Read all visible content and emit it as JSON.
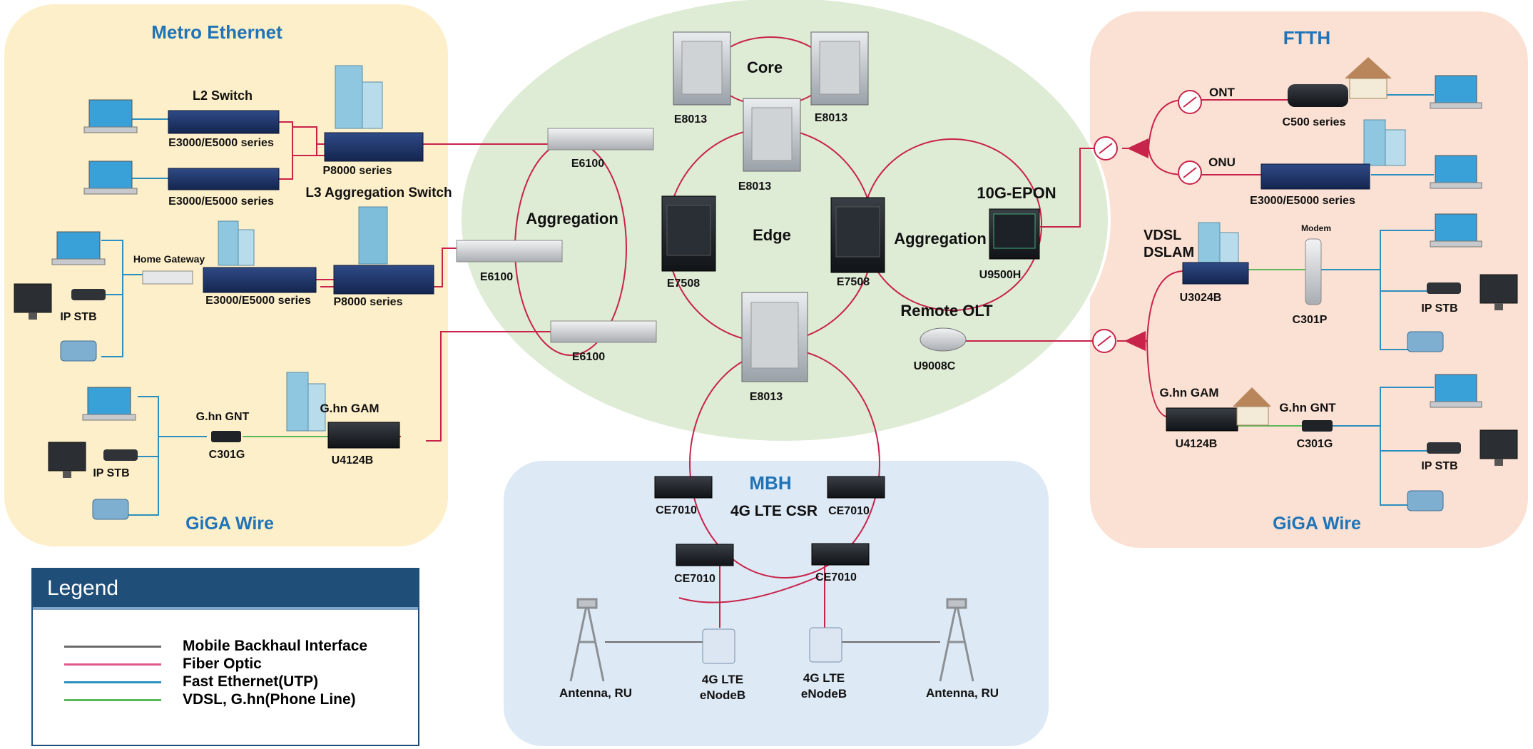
{
  "colors": {
    "fiber": "#c8234a",
    "utp": "#2b8fbf",
    "phone": "#5cb85c",
    "backhaul": "#6b6b6b",
    "section_title": "#1f73b7",
    "legend_header": "#1f4e79"
  },
  "sections": {
    "metro": "Metro Ethernet",
    "giga_left": "GiGA Wire",
    "ftth": "FTTH",
    "giga_right": "GiGA Wire",
    "mbh": "MBH",
    "mbh_sub": "4G LTE CSR"
  },
  "core": {
    "core_label": "Core",
    "edge_label": "Edge",
    "aggregation_left": "Aggregation",
    "aggregation_right": "Aggregation",
    "epon_label": "10G-EPON",
    "remote_olt_label": "Remote OLT"
  },
  "devices": {
    "l2_switch": "L2 Switch",
    "e3000_1": "E3000/E5000 series",
    "e3000_2": "E3000/E5000 series",
    "p8000_1": "P8000 series",
    "l3_agg": "L3 Aggregation Switch",
    "home_gateway": "Home Gateway",
    "e3000_3": "E3000/E5000 series",
    "p8000_2": "P8000 series",
    "ip_stb_1": "IP STB",
    "ghn_gnt_1": "G.hn GNT",
    "c301g_1": "C301G",
    "ghn_gam_1": "G.hn GAM",
    "u4124b_1": "U4124B",
    "ip_stb_2": "IP STB",
    "e6100_1": "E6100",
    "e6100_2": "E6100",
    "e6100_3": "E6100",
    "e8013_1": "E8013",
    "e8013_2": "E8013",
    "e8013_3": "E8013",
    "e8013_4": "E8013",
    "e7508_1": "E7508",
    "e7508_2": "E7508",
    "u9500h": "U9500H",
    "u9008c": "U9008C",
    "ont": "ONT",
    "c500": "C500 series",
    "onu": "ONU",
    "e3000_4": "E3000/E5000 series",
    "vdsl_dslam": "VDSL\nDSLAM",
    "modem": "Modem",
    "u3024b": "U3024B",
    "c301p": "C301P",
    "ip_stb_3": "IP STB",
    "ghn_gam_2": "G.hn GAM",
    "ghn_gnt_2": "G.hn GNT",
    "u4124b_2": "U4124B",
    "c301g_2": "C301G",
    "ip_stb_4": "IP STB",
    "ce7010_1": "CE7010",
    "ce7010_2": "CE7010",
    "ce7010_3": "CE7010",
    "ce7010_4": "CE7010",
    "enodeb_1": "4G LTE\neNodeB",
    "enodeb_2": "4G LTE\neNodeB",
    "antenna_1": "Antenna, RU",
    "antenna_2": "Antenna, RU"
  },
  "legend": {
    "title": "Legend",
    "items": [
      {
        "label": "Mobile Backhaul Interface",
        "color": "#6b6b6b"
      },
      {
        "label": "Fiber Optic",
        "color": "#e0588a"
      },
      {
        "label": "Fast Ethernet(UTP)",
        "color": "#2b8fbf"
      },
      {
        "label": "VDSL, G.hn(Phone Line)",
        "color": "#5cb85c"
      }
    ]
  }
}
